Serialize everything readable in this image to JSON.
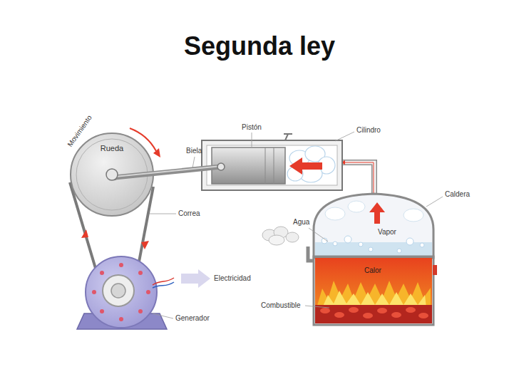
{
  "diagram": {
    "title": "Segunda ley",
    "nodes": [
      {
        "text": [
          "Rueda"
        ]
      }
    ],
    "labels": [
      "Movimiento",
      "Biela",
      "Pistón",
      "Cilindro",
      "Caldera",
      "Agua",
      "Vapor",
      "Correa",
      "Electricidad",
      "Calor",
      "Combustible",
      "Generador"
    ]
  }
}
